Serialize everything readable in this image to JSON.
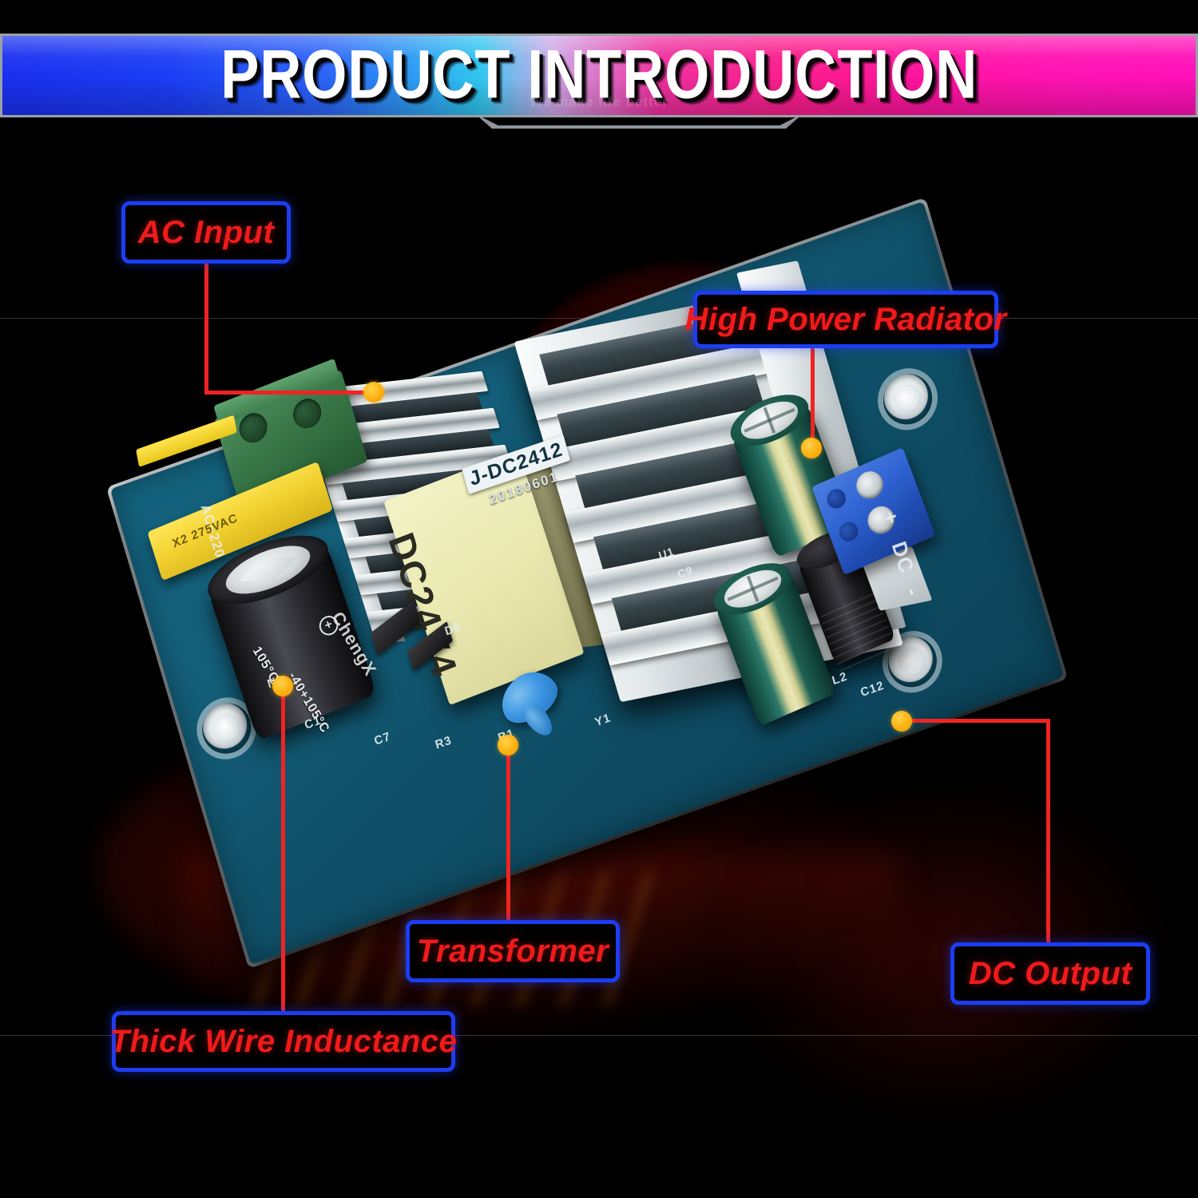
{
  "header": {
    "title": "PRODUCT INTRODUCTION",
    "tagline": "We make life better",
    "gradient_start": "#1a2ff0",
    "gradient_mid": "#2fc6ef",
    "gradient_end": "#ff10b8",
    "title_color": "#ffffff"
  },
  "theme": {
    "background": "#000000",
    "callout_border": "#1c3df0",
    "callout_text": "#f01a1a",
    "leader_line": "#f02323",
    "marker_dot": "#fcb415",
    "pcb_color": "#13627d",
    "heatsink_color": "#e3e8ea",
    "glow_color": "#a00a0a"
  },
  "callouts": [
    {
      "id": "ac-input",
      "label": "AC Input"
    },
    {
      "id": "high-power-radiator",
      "label": "High Power Radiator"
    },
    {
      "id": "transformer",
      "label": "Transformer"
    },
    {
      "id": "thick-wire-inductance",
      "label": "Thick Wire Inductance"
    },
    {
      "id": "dc-output",
      "label": "DC Output"
    }
  ],
  "board": {
    "model_silkscreen": "J-DC2412",
    "date_code": "20180601",
    "transformer_label": "DC24V4",
    "capacitor_temp_rating": "105°C",
    "capacitor_temp_range": "-40+105°C",
    "capacitor_brand": "ChengX",
    "film_cap_text": "X2 275VAC",
    "silkscreen": {
      "ac_input": "AC~220",
      "dc_label": "DC",
      "dc_plus": "+",
      "dc_minus": "-",
      "ref_c1": "C1",
      "ref_c7": "C7",
      "ref_r3": "R3",
      "ref_b1": "B1",
      "ref_y1": "Y1",
      "ref_l2": "L2",
      "ref_c12": "C12",
      "ref_n1": "N1",
      "ref_d6": "D6",
      "ref_u1": "U1",
      "ref_c9": "C9"
    }
  }
}
